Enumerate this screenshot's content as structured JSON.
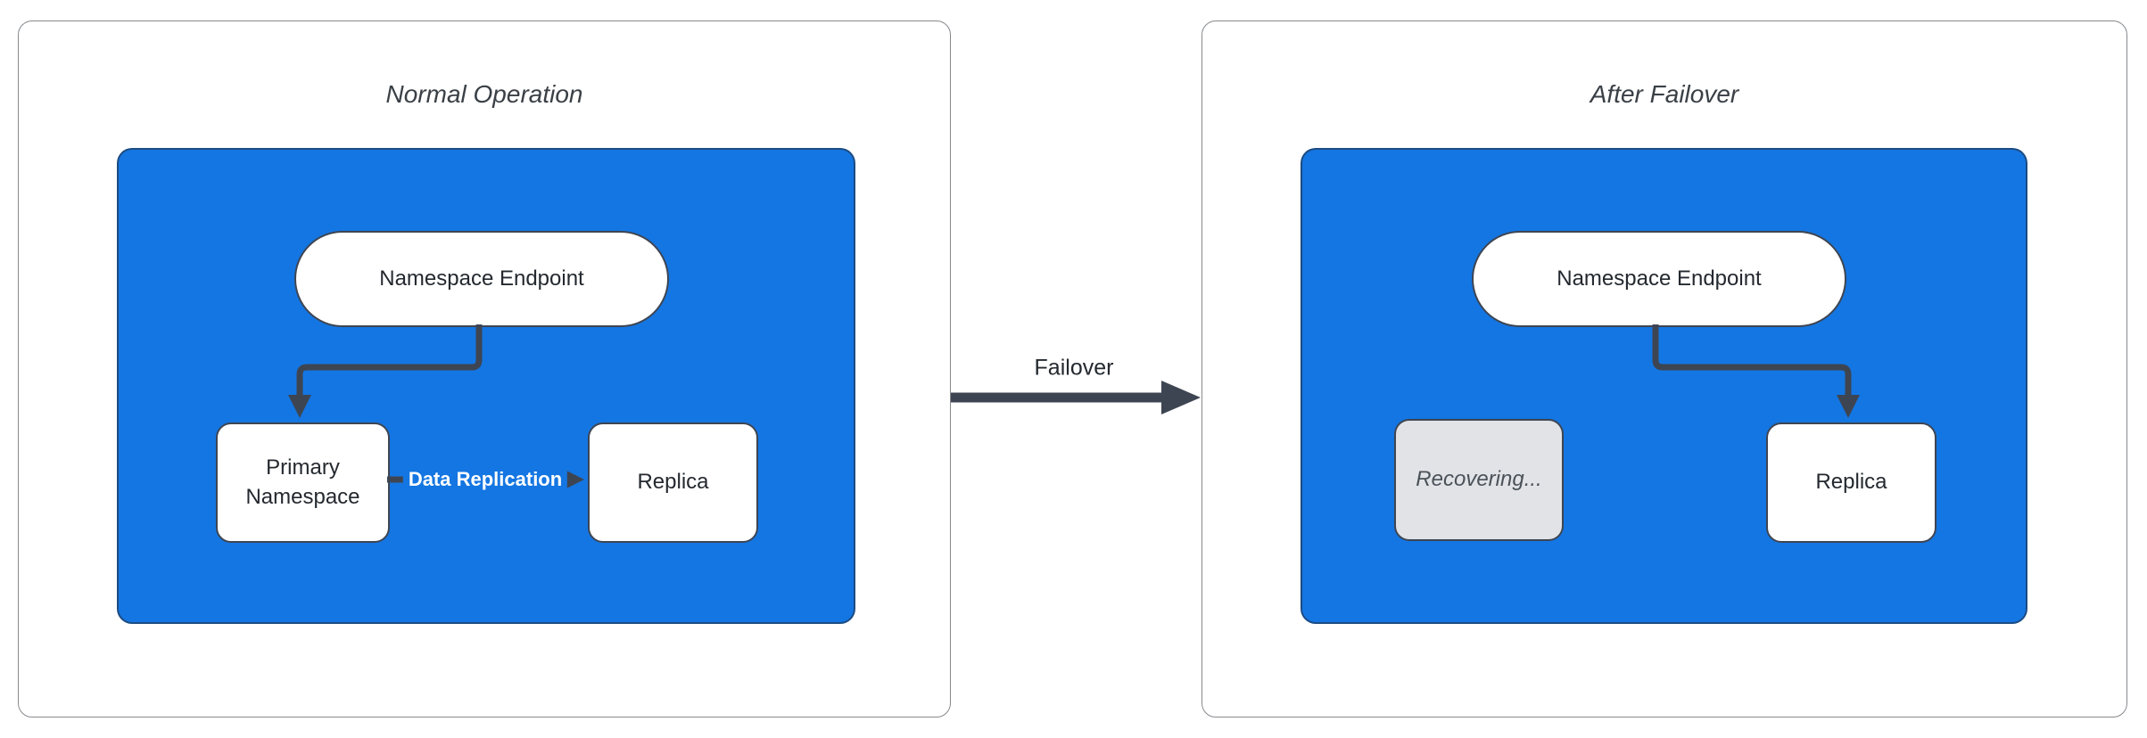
{
  "colors": {
    "group_fill": "#1476E2",
    "stroke_dark": "#3E4552",
    "node_fill": "#FFFFFF",
    "recovering_fill": "#E1E3E7",
    "panel_border": "#86898D",
    "title_text": "#3A4046",
    "node_text": "#24292F",
    "muted_text": "#4A5158",
    "repl_label_text": "#FFFFFF"
  },
  "panels": [
    {
      "title": "Normal Operation",
      "nodes": {
        "endpoint": "Namespace Endpoint",
        "primary": "Primary Namespace",
        "replica": "Replica"
      }
    },
    {
      "title": "After Failover",
      "nodes": {
        "endpoint": "Namespace Endpoint",
        "recovering": "Recovering...",
        "replica": "Replica"
      }
    }
  ],
  "edges": {
    "replication": "Data Replication",
    "failover": "Failover"
  }
}
